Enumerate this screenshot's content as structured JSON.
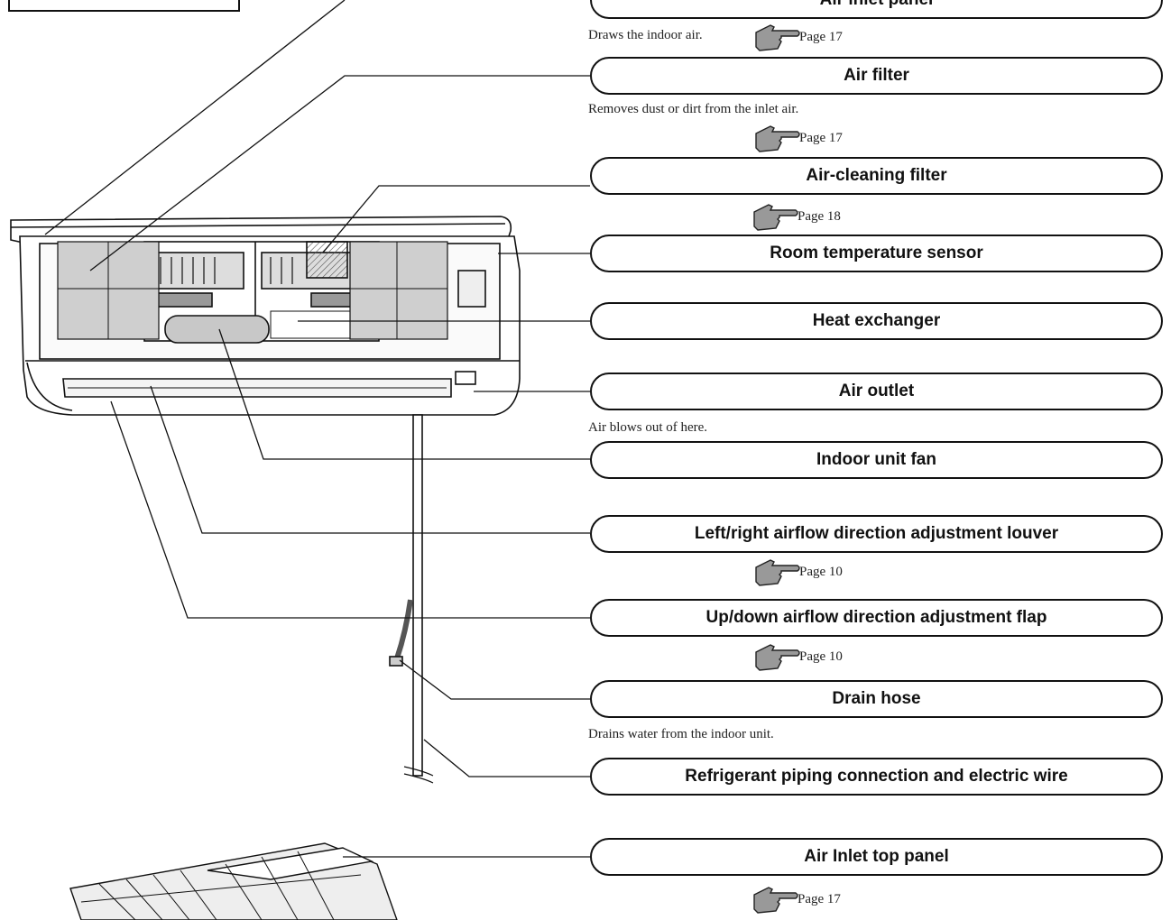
{
  "labels": {
    "air_inlet_panel": "Air inlet panel",
    "air_filter": "Air filter",
    "air_cleaning_filter": "Air-cleaning filter",
    "room_temperature_sensor": "Room temperature sensor",
    "heat_exchanger": "Heat exchanger",
    "air_outlet": "Air outlet",
    "indoor_unit_fan": "Indoor unit fan",
    "left_right_louver": "Left/right airflow direction adjustment louver",
    "up_down_flap": "Up/down airflow direction adjustment flap",
    "drain_hose": "Drain hose",
    "refrigerant_piping": "Refrigerant piping connection and electric wire",
    "air_inlet_top_panel": "Air Inlet top panel"
  },
  "notes": {
    "air_inlet_panel": "Draws the indoor air.",
    "air_filter": "Removes dust or dirt from the inlet air.",
    "air_outlet": "Air blows out of here.",
    "drain_hose": "Drains water from the indoor unit."
  },
  "page_refs": {
    "air_inlet_panel": "Page 17",
    "air_filter": "Page 17",
    "air_cleaning_filter": "Page 18",
    "left_right_louver": "Page 10",
    "up_down_flap": "Page 10",
    "air_inlet_top_panel": "Page 17"
  }
}
